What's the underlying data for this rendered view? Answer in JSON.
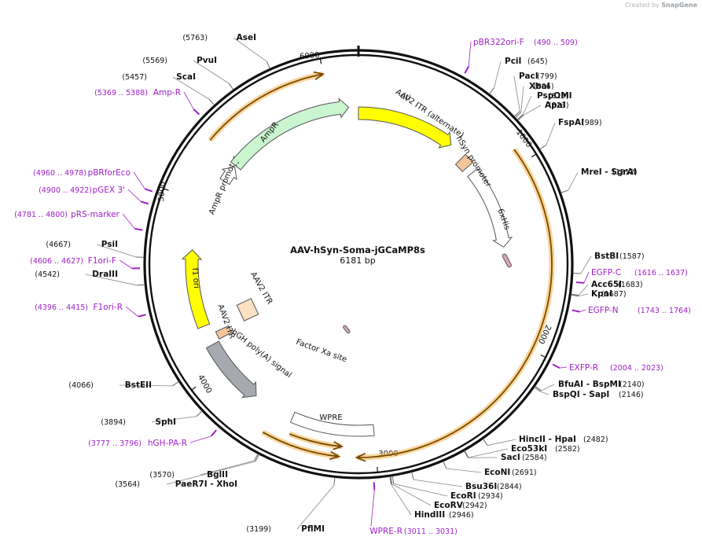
{
  "credit": {
    "prefix": "Created by",
    "brand": "SnapGene"
  },
  "plasmid": {
    "name": "AAV-hSyn-Soma-jGCaMP8s",
    "size_label": "6181 bp",
    "total_bp": 6181
  },
  "ruler": [
    {
      "bp": 1000,
      "label": "1000"
    },
    {
      "bp": 2000,
      "label": "2000"
    },
    {
      "bp": 3000,
      "label": "3000"
    },
    {
      "bp": 4000,
      "label": "4000"
    },
    {
      "bp": 5000,
      "label": "5000"
    },
    {
      "bp": 6000,
      "label": "6000"
    }
  ],
  "enzymes": [
    {
      "name": "PciI",
      "pos": "(645)",
      "bp": 645
    },
    {
      "name": "PacI",
      "pos": "(799)",
      "bp": 799
    },
    {
      "name": "XbaI",
      "pos": "(806)",
      "bp": 806
    },
    {
      "name": "PspOMI",
      "pos": "(819)",
      "bp": 819
    },
    {
      "name": "ApaI",
      "pos": "(823)",
      "bp": 823
    },
    {
      "name": "FspAI",
      "pos": "(989)",
      "bp": 989
    },
    {
      "name": "MreI - SgrAI",
      "pos": "(1212)",
      "bp": 1212
    },
    {
      "name": "BstBI",
      "pos": "(1587)",
      "bp": 1587
    },
    {
      "name": "Acc65I",
      "pos": "(1683)",
      "bp": 1683
    },
    {
      "name": "KpnI",
      "pos": "(1687)",
      "bp": 1687
    },
    {
      "name": "BfuAI - BspMI",
      "pos": "(2140)",
      "bp": 2140
    },
    {
      "name": "BspQI - SapI",
      "pos": "(2146)",
      "bp": 2146
    },
    {
      "name": "HincII - HpaI",
      "pos": "(2482)",
      "bp": 2482
    },
    {
      "name": "Eco53kI",
      "pos": "(2582)",
      "bp": 2582
    },
    {
      "name": "SacI",
      "pos": "(2584)",
      "bp": 2584
    },
    {
      "name": "EcoNI",
      "pos": "(2691)",
      "bp": 2691
    },
    {
      "name": "Bsu36I",
      "pos": "(2844)",
      "bp": 2844
    },
    {
      "name": "EcoRI",
      "pos": "(2934)",
      "bp": 2934
    },
    {
      "name": "EcoRV",
      "pos": "(2942)",
      "bp": 2942
    },
    {
      "name": "HindIII",
      "pos": "(2946)",
      "bp": 2946
    },
    {
      "name": "PflMI",
      "pos": "(3199)",
      "bp": 3199
    },
    {
      "name": "PaeR7I - XhoI",
      "pos": "(3564)",
      "bp": 3564
    },
    {
      "name": "BglII",
      "pos": "(3570)",
      "bp": 3570
    },
    {
      "name": "SphI",
      "pos": "(3894)",
      "bp": 3894
    },
    {
      "name": "BstEII",
      "pos": "(4066)",
      "bp": 4066
    },
    {
      "name": "DraIII",
      "pos": "(4542)",
      "bp": 4542
    },
    {
      "name": "PsiI",
      "pos": "(4667)",
      "bp": 4667
    },
    {
      "name": "ScaI",
      "pos": "(5457)",
      "bp": 5457
    },
    {
      "name": "PvuI",
      "pos": "(5569)",
      "bp": 5569
    },
    {
      "name": "AseI",
      "pos": "(5763)",
      "bp": 5763
    }
  ],
  "primers": [
    {
      "name": "pBR322ori-F",
      "range": "(490 .. 509)",
      "bp": 500
    },
    {
      "name": "EGFP-C",
      "range": "(1616 .. 1637)",
      "bp": 1627
    },
    {
      "name": "EGFP-N",
      "range": "(1743 .. 1764)",
      "bp": 1754
    },
    {
      "name": "EXFP-R",
      "range": "(2004 .. 2023)",
      "bp": 2014
    },
    {
      "name": "WPRE-R",
      "range": "(3011 .. 3031)",
      "bp": 3021
    },
    {
      "name": "hGH-PA-R",
      "range": "(3777 .. 3796)",
      "bp": 3787
    },
    {
      "name": "F1ori-R",
      "range": "(4396 .. 4415)",
      "bp": 4406
    },
    {
      "name": "F1ori-F",
      "range": "(4606 .. 4627)",
      "bp": 4617
    },
    {
      "name": "pRS-marker",
      "range": "(4781 .. 4800)",
      "bp": 4790
    },
    {
      "name": "pGEX 3'",
      "range": "(4900 .. 4922)",
      "bp": 4911
    },
    {
      "name": "pBRforEco",
      "range": "(4960 .. 4978)",
      "bp": 4969
    },
    {
      "name": "Amp-R",
      "range": "(5369 .. 5388)",
      "bp": 5378
    }
  ],
  "features": [
    {
      "name": "ori",
      "kind": "ori",
      "color": "#ffff00"
    },
    {
      "name": "AAV2 ITR (alternate)",
      "kind": "itr",
      "color": "#f4c49a"
    },
    {
      "name": "hSyn promoter",
      "kind": "promoter",
      "color": "#ffffff"
    },
    {
      "name": "6xHis",
      "kind": "tag",
      "color": "#d9a6b0"
    },
    {
      "name": "WPRE",
      "kind": "wpre",
      "color": "#ffffff"
    },
    {
      "name": "hGH poly(A) signal",
      "kind": "polya",
      "color": "#a6aab0"
    },
    {
      "name": "AAV2 ITR",
      "kind": "itr",
      "color": "#f4c49a"
    },
    {
      "name": "AAV2 ITR",
      "kind": "itr-inner",
      "color": "#fbe0c2"
    },
    {
      "name": "Factor Xa site",
      "kind": "site",
      "color": "#d9a6b0"
    },
    {
      "name": "f1 ori",
      "kind": "ori",
      "color": "#ffff00"
    },
    {
      "name": "AmpR promoter",
      "kind": "promoter",
      "color": "#ffffff"
    },
    {
      "name": "AmpR",
      "kind": "cds",
      "color": "#c9f5cf"
    }
  ],
  "colors": {
    "primer": "#a020c8",
    "orf_fill": "#f3b24a",
    "orf_stroke": "#7a4a00",
    "ring": "#111111"
  }
}
